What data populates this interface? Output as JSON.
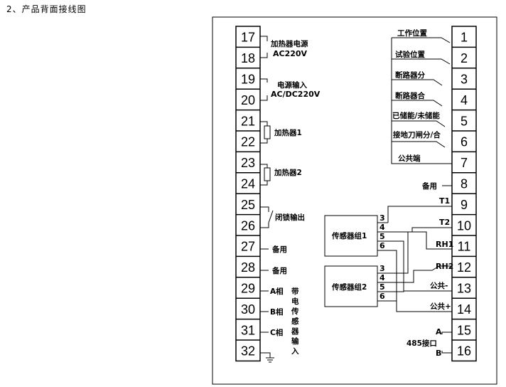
{
  "heading": "2、产品背面接线图",
  "left_terminals": [
    "17",
    "18",
    "19",
    "20",
    "21",
    "22",
    "23",
    "24",
    "25",
    "26",
    "27",
    "28",
    "29",
    "30",
    "31",
    "32"
  ],
  "right_terminals": [
    "1",
    "2",
    "3",
    "4",
    "5",
    "6",
    "7",
    "8",
    "9",
    "10",
    "11",
    "12",
    "13",
    "14",
    "15",
    "16"
  ],
  "left_labels": {
    "heater_power": "加热器电源",
    "heater_power_voltage": "AC220V",
    "power_input": "电源输入",
    "power_input_voltage": "AC/DC220V",
    "heater1": "加热器1",
    "heater2": "加热器2",
    "lock_output": "闭锁输出",
    "spare27": "备用",
    "spare28": "备用",
    "phase_a": "A相",
    "phase_b": "B相",
    "phase_c": "C相",
    "live_sensor_input": "带电传感器输入"
  },
  "right_labels": {
    "working_position": "工作位置",
    "test_position": "试验位置",
    "breaker_open": "断路器分",
    "breaker_close": "断路器合",
    "stored_energy": "已储能/未储能",
    "earth_switch": "接地刀闸分/合",
    "common": "公共端",
    "spare8": "备用",
    "t1": "T1",
    "t2": "T2",
    "rh1": "RH1",
    "rh2": "RH2",
    "common_minus": "公共-",
    "common_plus": "公共+",
    "rs485_a": "A",
    "rs485_label": "485接口",
    "rs485_b": "B"
  },
  "sensors": {
    "group1": "传感器组1",
    "group2": "传感器组2",
    "pins": [
      "3",
      "4",
      "5",
      "6"
    ]
  }
}
